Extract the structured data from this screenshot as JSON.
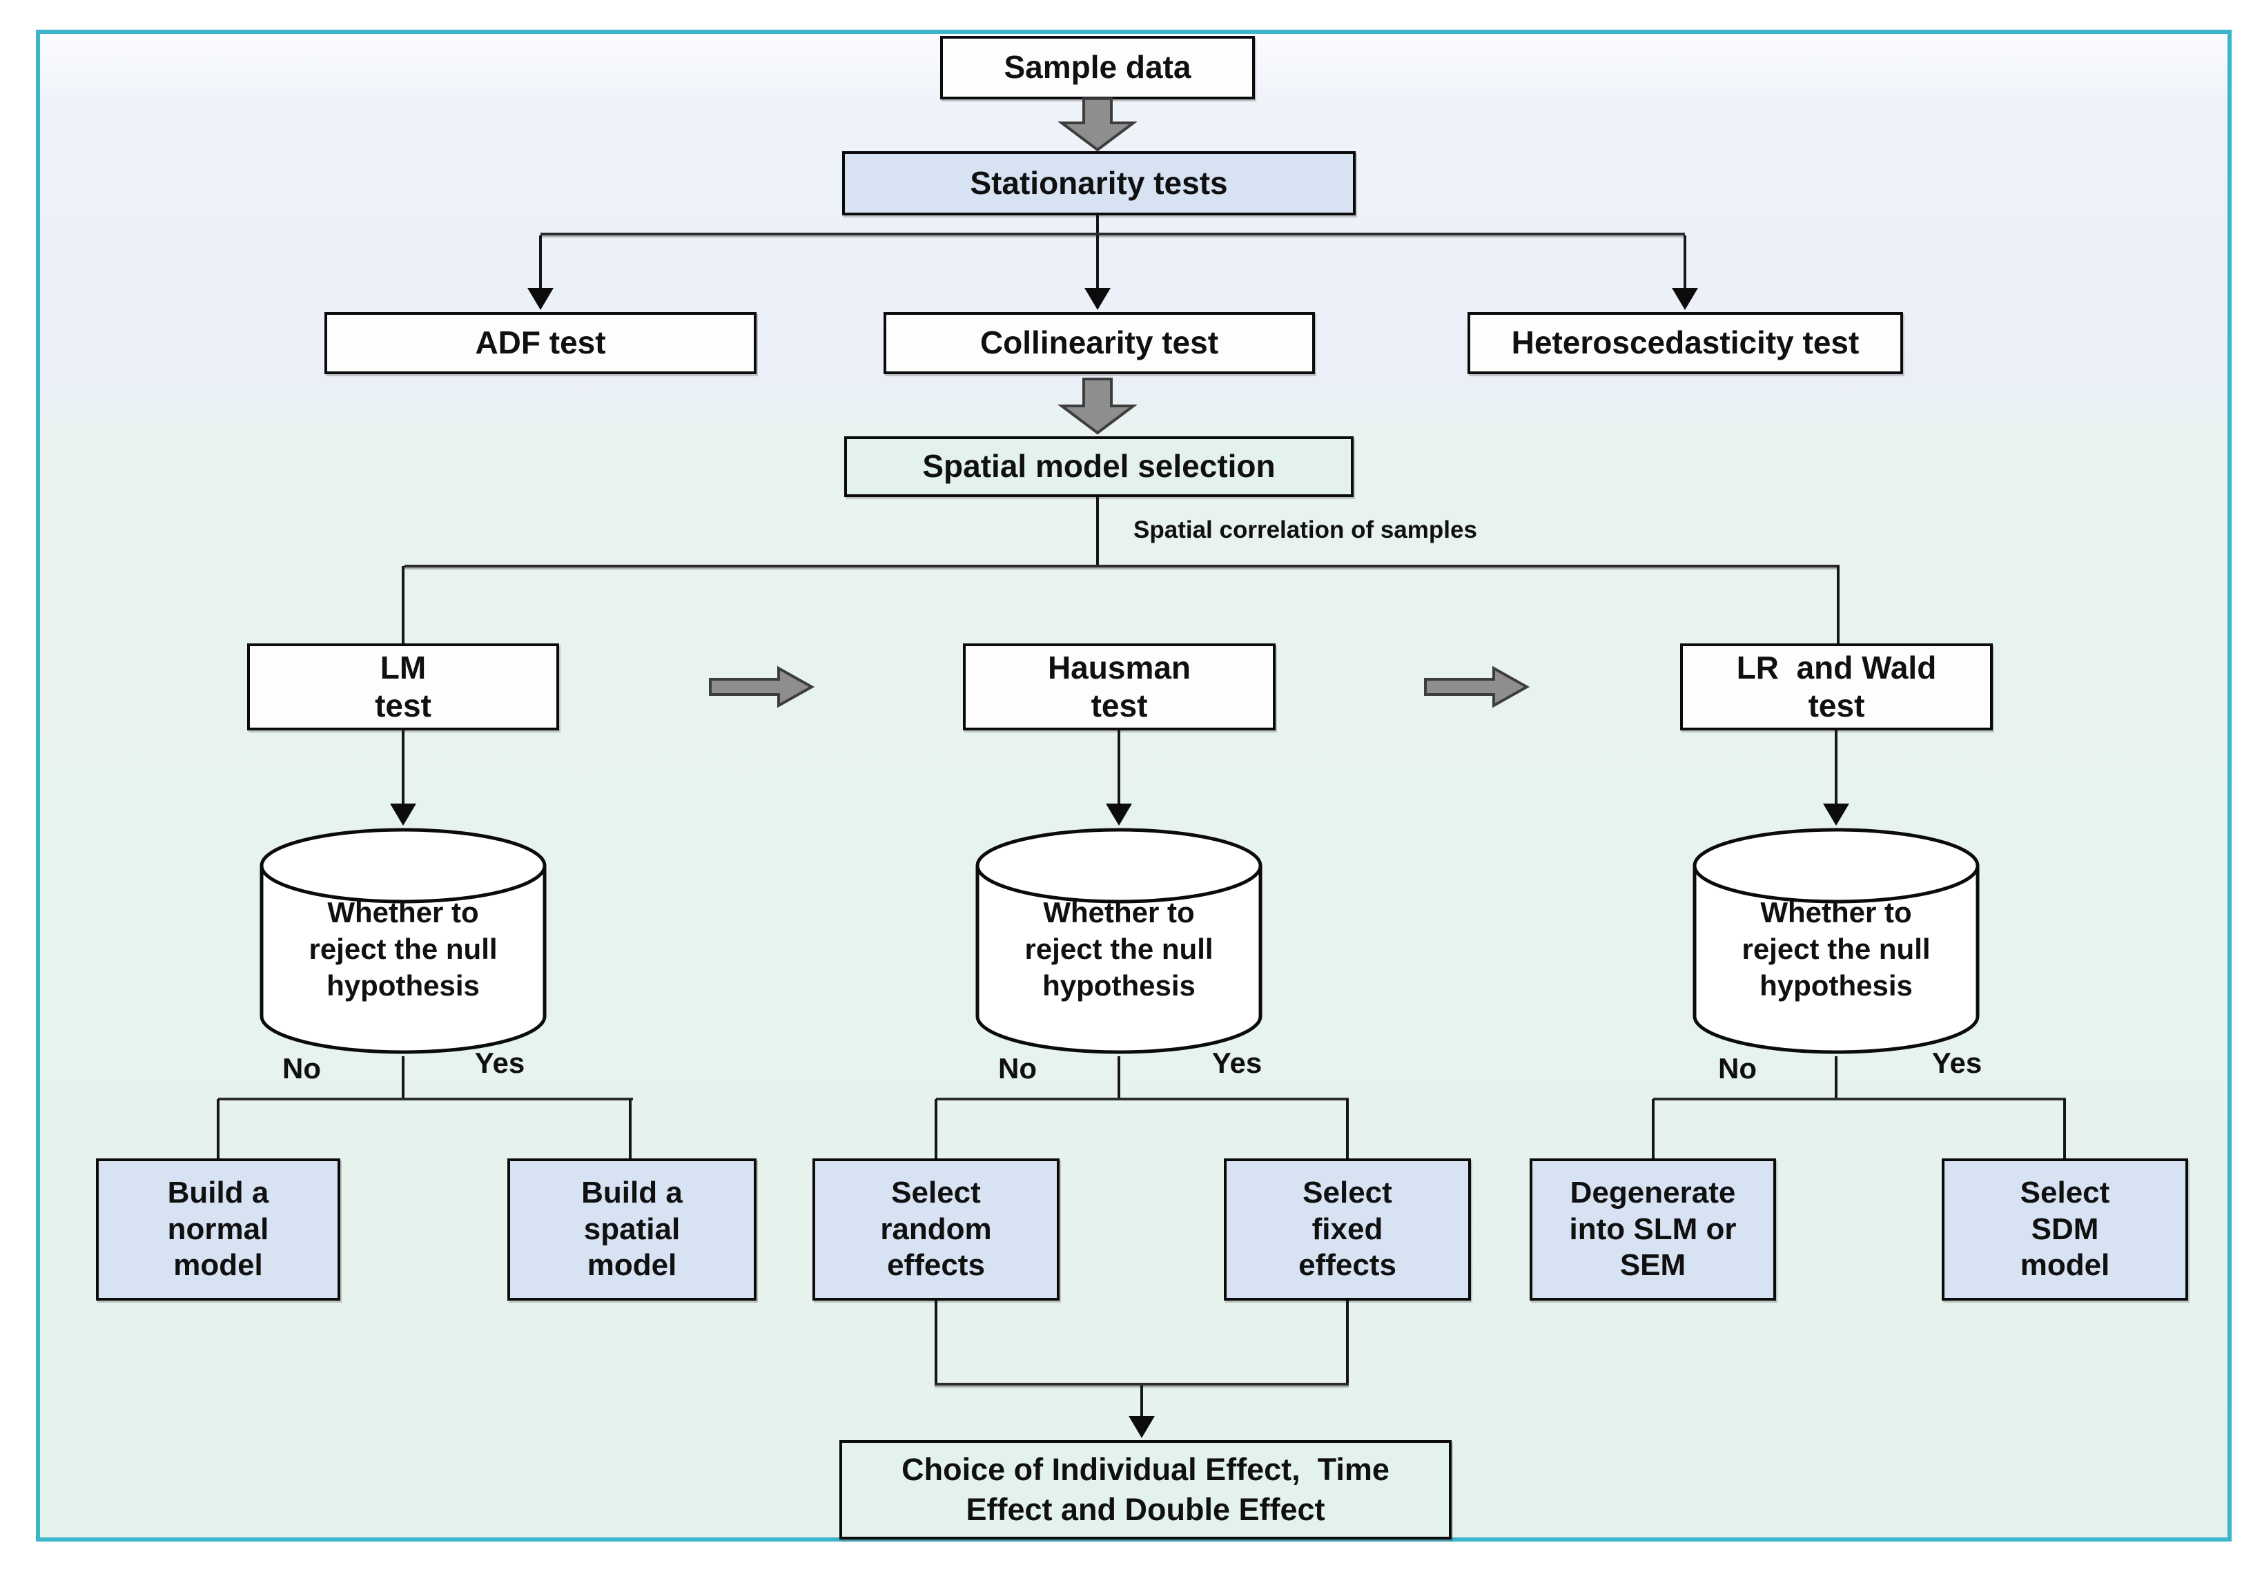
{
  "figure": {
    "type": "flowchart",
    "border_color": "#3cb4c9"
  },
  "colors": {
    "box_white": "#fdfdfe",
    "box_blue": "#d7e2f2",
    "box_green": "#e3f2eb",
    "block_arrow_gray": "#8e8e8e",
    "line_black": "#161616",
    "bg_top": "#eef2f9",
    "bg_bottom": "#e5f2eb"
  },
  "nodes": {
    "sample_data": "Sample data",
    "stationarity": "Stationarity tests",
    "adf": "ADF test",
    "collinearity": "Collinearity test",
    "heteroscedasticity": "Heteroscedasticity test",
    "spatial_selection": "Spatial model selection",
    "lm_test": {
      "l1": "LM",
      "l2": "test"
    },
    "hausman_test": {
      "l1": "Hausman",
      "l2": "test"
    },
    "lr_wald_test": {
      "l1": "LR  and Wald",
      "l2": "test"
    },
    "cylinder": {
      "l1": "Whether to",
      "l2": "reject the null",
      "l3": "hypothesis"
    },
    "build_normal": {
      "l1": "Build a",
      "l2": "normal",
      "l3": "model"
    },
    "build_spatial": {
      "l1": "Build a",
      "l2": "spatial",
      "l3": "model"
    },
    "select_random": {
      "l1": "Select",
      "l2": "random",
      "l3": "effects"
    },
    "select_fixed": {
      "l1": "Select",
      "l2": "fixed",
      "l3": "effects"
    },
    "degenerate_slm_sem": {
      "l1": "Degenerate",
      "l2": "into SLM or",
      "l3": "SEM"
    },
    "select_sdm": {
      "l1": "Select",
      "l2": "SDM",
      "l3": "model"
    },
    "choice_effects": {
      "l1": "Choice of Individual Effect,  Time",
      "l2": "Effect and Double Effect"
    }
  },
  "labels": {
    "edge_spatial_correlation": "Spatial correlation of samples",
    "no": "No",
    "yes": "Yes"
  }
}
